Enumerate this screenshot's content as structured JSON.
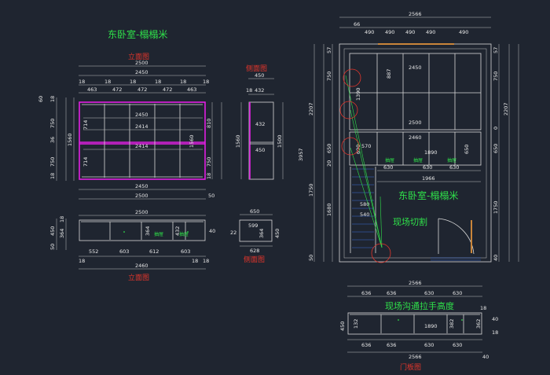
{
  "titles": {
    "top_green": "东卧室-榻榻米",
    "elev_red": "立面图",
    "side_red": "侧面图",
    "elev_bottom_red": "立面图",
    "side_bottom_red": "侧面图",
    "plan_green": "东卧室-榻榻米",
    "cut_green": "现场切割",
    "handle_green": "现场沟通拉手高度",
    "door_red": "门板图"
  },
  "elev": {
    "w2500": "2500",
    "w2450": "2450",
    "cols": [
      "18",
      "463",
      "18",
      "472",
      "18",
      "472",
      "18",
      "472",
      "18",
      "463",
      "18"
    ],
    "inner2450": "2450",
    "inner2414a": "2414",
    "inner2414b": "2414",
    "left": [
      "60",
      "18",
      "750",
      "36",
      "750",
      "18"
    ],
    "h1560": "1560",
    "v714a": "714",
    "v714b": "714",
    "right810": "810",
    "right1560": "1560",
    "right750": "750",
    "right18": "18",
    "bot2450": "2450",
    "bot2500": "2500",
    "bot50": "50"
  },
  "side": {
    "w450": "450",
    "s18": "18",
    "s432": "432",
    "h1560": "1560",
    "h1500": "1500",
    "v432": "432",
    "v450": "450"
  },
  "plan_low": {
    "w2500": "2500",
    "left450": "450",
    "left50": "50",
    "left18": "18",
    "left364": "364",
    "v364": "364",
    "v432": "432",
    "right40": "40",
    "drawer1": "抽屉",
    "drawer2": "抽屉",
    "cols": [
      "18",
      "552",
      "603",
      "612",
      "603",
      "18",
      "18"
    ],
    "w2460": "2460"
  },
  "side_low": {
    "w650": "650",
    "w599": "599",
    "v22": "22",
    "v450": "450",
    "v364": "364",
    "w628": "628"
  },
  "plan": {
    "top2566": "2566",
    "top_cols": [
      "66",
      "490",
      "490",
      "490",
      "490",
      "490"
    ],
    "right57": "57",
    "right750": "750",
    "right2207": "2207",
    "right0": "0",
    "right650": "650",
    "right1750": "1750",
    "right40": "40",
    "left57": "57",
    "left750": "750",
    "left2207": "2207",
    "left650": "650",
    "left20": "20",
    "left3957": "3957",
    "left1750": "1750",
    "left1680": "1680",
    "left50": "50",
    "v887": "887",
    "v1390": "1390",
    "v690": "690",
    "v650": "650",
    "i2450": "2450",
    "i2500": "2500",
    "i2460": "2460",
    "i1890": "1890",
    "i570": "570",
    "d630a": "630",
    "d630b": "630",
    "d630c": "630",
    "d1966": "1966",
    "d580": "580",
    "d540": "540",
    "drawers": [
      "抽屉",
      "抽屉",
      "抽屉"
    ]
  },
  "door": {
    "top2566": "2566",
    "top_cols": [
      "636",
      "636",
      "630",
      "630",
      "18"
    ],
    "left450": "450",
    "v132": "132",
    "v1890": "1890",
    "v382": "382",
    "v362": "362",
    "right40": "40",
    "right18": "18",
    "bot_cols": [
      "636",
      "636",
      "630",
      "630"
    ],
    "bot2566": "2566",
    "bot40": "40"
  }
}
